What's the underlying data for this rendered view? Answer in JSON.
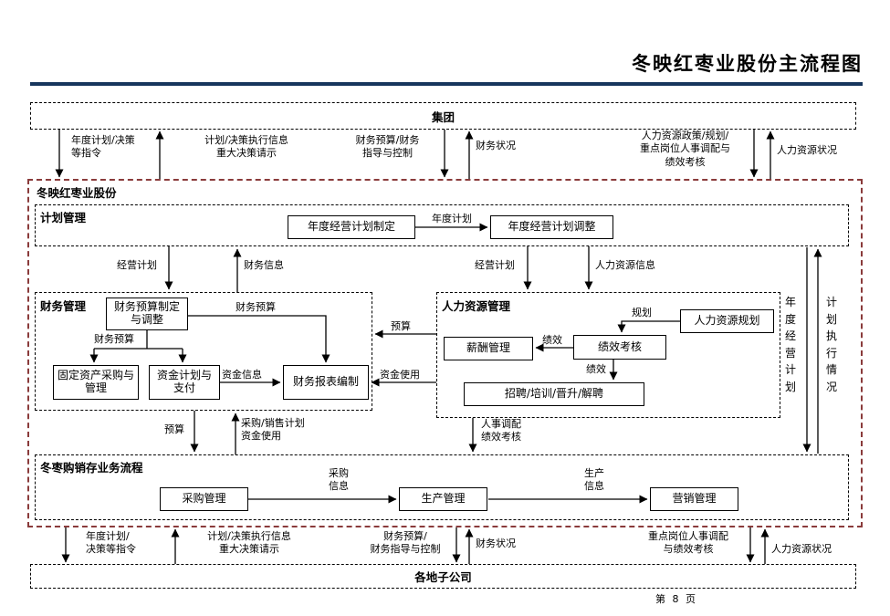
{
  "title": "冬映红枣业股份主流程图",
  "footer": {
    "page": "第 8 页"
  },
  "external": {
    "group": "集团",
    "subsidiaries": "各地子公司"
  },
  "company": {
    "label": "冬映红枣业股份",
    "sections": {
      "plan": "计划管理",
      "finance": "财务管理",
      "hr": "人力资源管理",
      "business": "冬枣购销存业务流程"
    }
  },
  "boxes": {
    "annual_plan_make": "年度经营计划制定",
    "annual_plan_adjust": "年度经营计划调整",
    "budget_make": "财务预算制定与调整",
    "fixed_assets": "固定资产采购与管理",
    "fund_plan": "资金计划与支付",
    "report": "财务报表编制",
    "salary": "薪酬管理",
    "performance": "绩效考核",
    "hr_planning": "人力资源规划",
    "recruit": "招聘/培训/晋升/解聘",
    "purchase": "采购管理",
    "production": "生产管理",
    "marketing": "营销管理"
  },
  "flow_labels": {
    "top_plan_down": "年度计划/决策\n等指令",
    "top_plan_up": "计划/决策执行信息\n重大决策请示",
    "top_finance_down": "财务预算/财务\n指导与控制",
    "top_finance_up": "财务状况",
    "top_hr_down": "人力资源政策/规划/\n重点岗位人事调配与\n绩效考核",
    "top_hr_up": "人力资源状况",
    "annual_plan": "年度计划",
    "mgmt_plan_left": "经营计划",
    "finance_info": "财务信息",
    "mgmt_plan_right": "经营计划",
    "hr_info": "人力资源信息",
    "budget_to_report": "财务预算",
    "budget_split": "财务预算",
    "fund_info": "资金信息",
    "budget_mid": "预算",
    "fund_use": "资金使用",
    "planning": "规划",
    "perf_left": "绩效",
    "perf_down": "绩效",
    "annual_mgmt_plan_v": "年度经营计划",
    "plan_exec_v": "计划执行情况",
    "budget_down": "预算",
    "purchase_sales_plan": "采购/销售计划\n资金使用",
    "hr_transfer": "人事调配\n绩效考核",
    "purchase_info": "采购\n信息",
    "production_info": "生产\n信息",
    "bottom_plan_down": "年度计划/\n决策等指令",
    "bottom_plan_up": "计划/决策执行信息\n重大决策请示",
    "bottom_finance_down": "财务预算/\n财务指导与控制",
    "bottom_finance_up": "财务状况",
    "bottom_hr_down": "重点岗位人事调配\n与绩效考核",
    "bottom_hr_up": "人力资源状况"
  },
  "colors": {
    "company_border": "#8a3b3b",
    "title_rule": "#17365d",
    "line": "#000000"
  }
}
